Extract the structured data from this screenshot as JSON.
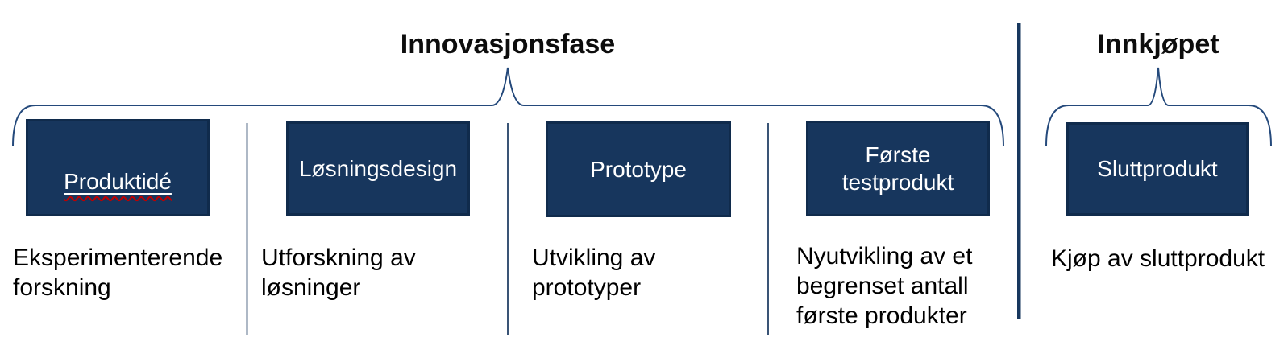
{
  "sections": [
    {
      "title": "Innovasjonsfase",
      "phases": [
        {
          "box_label": "Produktidé",
          "description": "Eksperimenterende\nforskning",
          "spellcheck_squiggle": true
        },
        {
          "box_label": "Løsningsdesign",
          "description": "Utforskning av\nløsninger"
        },
        {
          "box_label": "Prototype",
          "description": "Utvikling av\nprototyper"
        },
        {
          "box_label": "Første\ntestprodukt",
          "description": "Nyutvikling av et\nbegrenset antall\nførste produkter"
        }
      ]
    },
    {
      "title": "Innkjøpet",
      "phases": [
        {
          "box_label": "Sluttprodukt",
          "description": "Kjøp av sluttprodukt"
        }
      ]
    }
  ],
  "colors": {
    "box_fill": "#17365d",
    "box_border": "#102b4c",
    "brace_line": "#24497b",
    "separator_line": "#17375e",
    "divider_line": "#17375e",
    "squiggle_red": "#c00000",
    "box_text": "#ffffff",
    "body_text": "#000000"
  }
}
